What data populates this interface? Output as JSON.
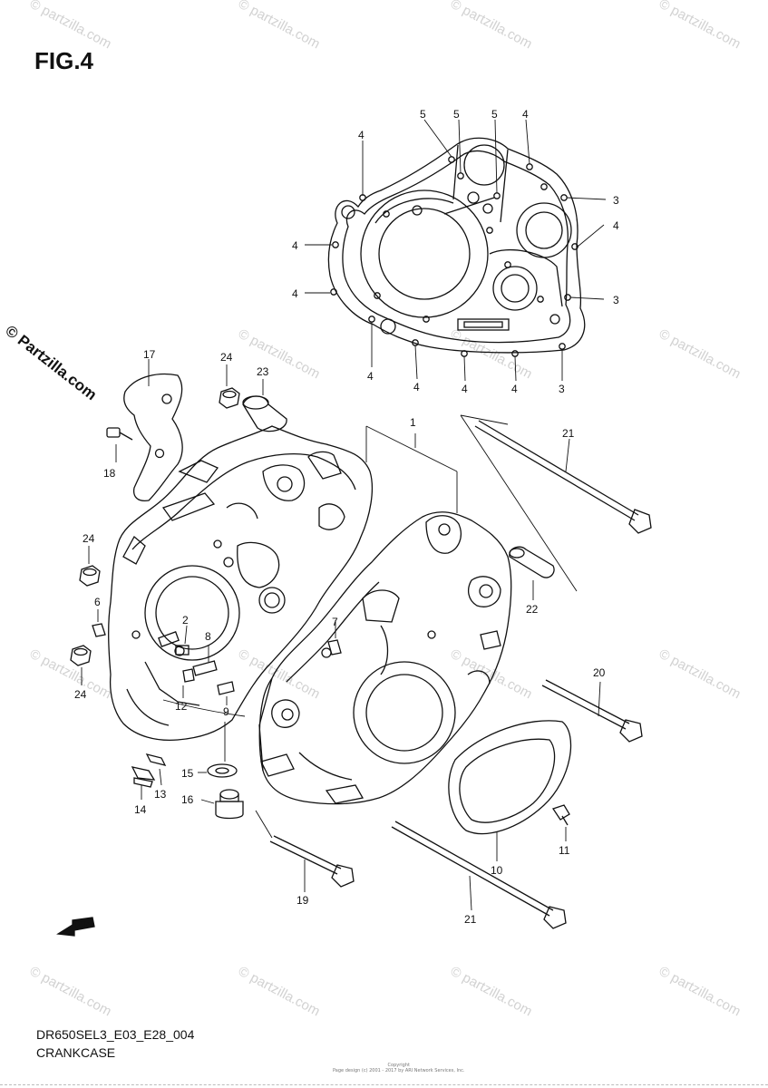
{
  "figure": {
    "title": "FIG.4",
    "code": "DR650SEL3_E03_E28_004",
    "name": "CRANKCASE"
  },
  "watermark": {
    "side_text": "© Partzilla.com",
    "text": "© partzilla.com"
  },
  "copyright_small": "Copyright\nPage design (c) 2001 - 2017 by ARI Network Services, Inc.",
  "fwd_label": "FWD",
  "callouts": {
    "cover_3": "3",
    "cover_4": "4",
    "cover_5": "5",
    "n1": "1",
    "n2": "2",
    "n6": "6",
    "n7": "7",
    "n8": "8",
    "n9": "9",
    "n10": "10",
    "n11": "11",
    "n12": "12",
    "n13": "13",
    "n14": "14",
    "n15": "15",
    "n16": "16",
    "n17": "17",
    "n18": "18",
    "n19": "19",
    "n20": "20",
    "n21": "21",
    "n22": "22",
    "n23": "23",
    "n24": "24"
  }
}
